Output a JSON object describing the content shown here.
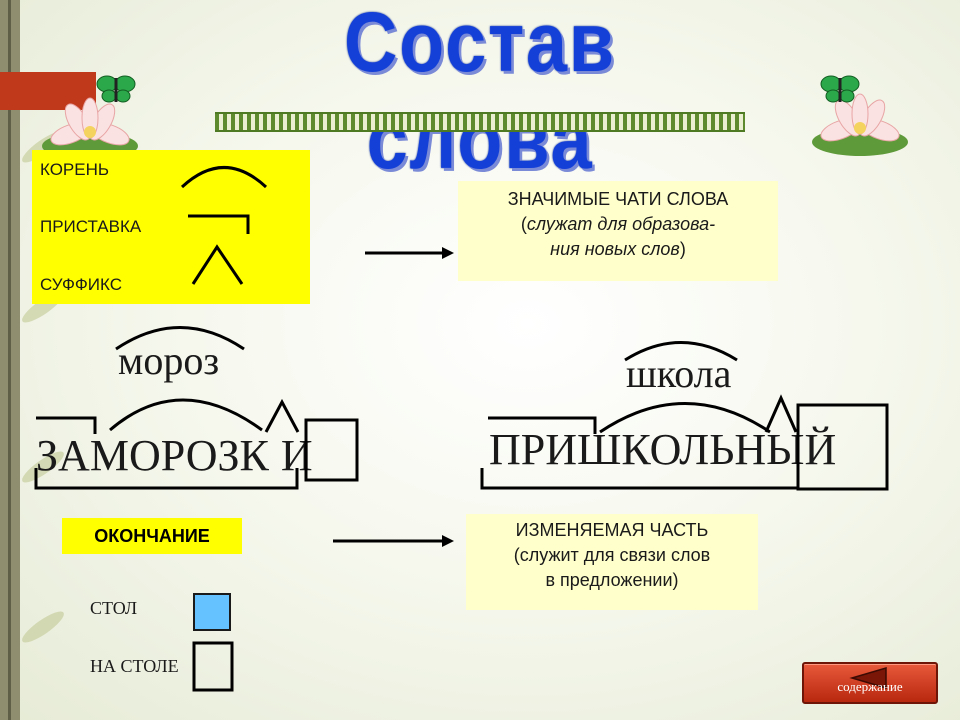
{
  "title": "Состав слова",
  "morphemes": {
    "root": "КОРЕНЬ",
    "prefix": "ПРИСТАВКА",
    "suffix": "СУФФИКС"
  },
  "significant_parts": {
    "line1": "ЗНАЧИМЫЕ ЧАТИ СЛОВА",
    "line2_open": "(",
    "line2_italic": "служат для образова-",
    "line3_italic": "ния новых слов",
    "line3_close": ")"
  },
  "example1": {
    "root_word": "мороз",
    "parsed_word_main": "ЗАМОРОЗК",
    "parsed_word_ending": "И"
  },
  "example2": {
    "root_word": "школа",
    "parsed_word": "ПРИШКОЛЬНЫЙ"
  },
  "ending": {
    "label": "ОКОНЧАНИЕ",
    "description_line1": "ИЗМЕНЯЕМАЯ ЧАСТЬ",
    "description_line2": "(служит для связи слов",
    "description_line3": "в предложении)",
    "example_zero": "СТОЛ",
    "example_filled": "НА СТОЛЕ"
  },
  "nav": {
    "contents_label": "содержание"
  },
  "colors": {
    "title": "#1540d8",
    "highlight_yellow": "#ffff00",
    "note_bg": "#ffffcc",
    "zero_ending_fill": "#66c2ff",
    "nav_button": "#c0391b"
  }
}
